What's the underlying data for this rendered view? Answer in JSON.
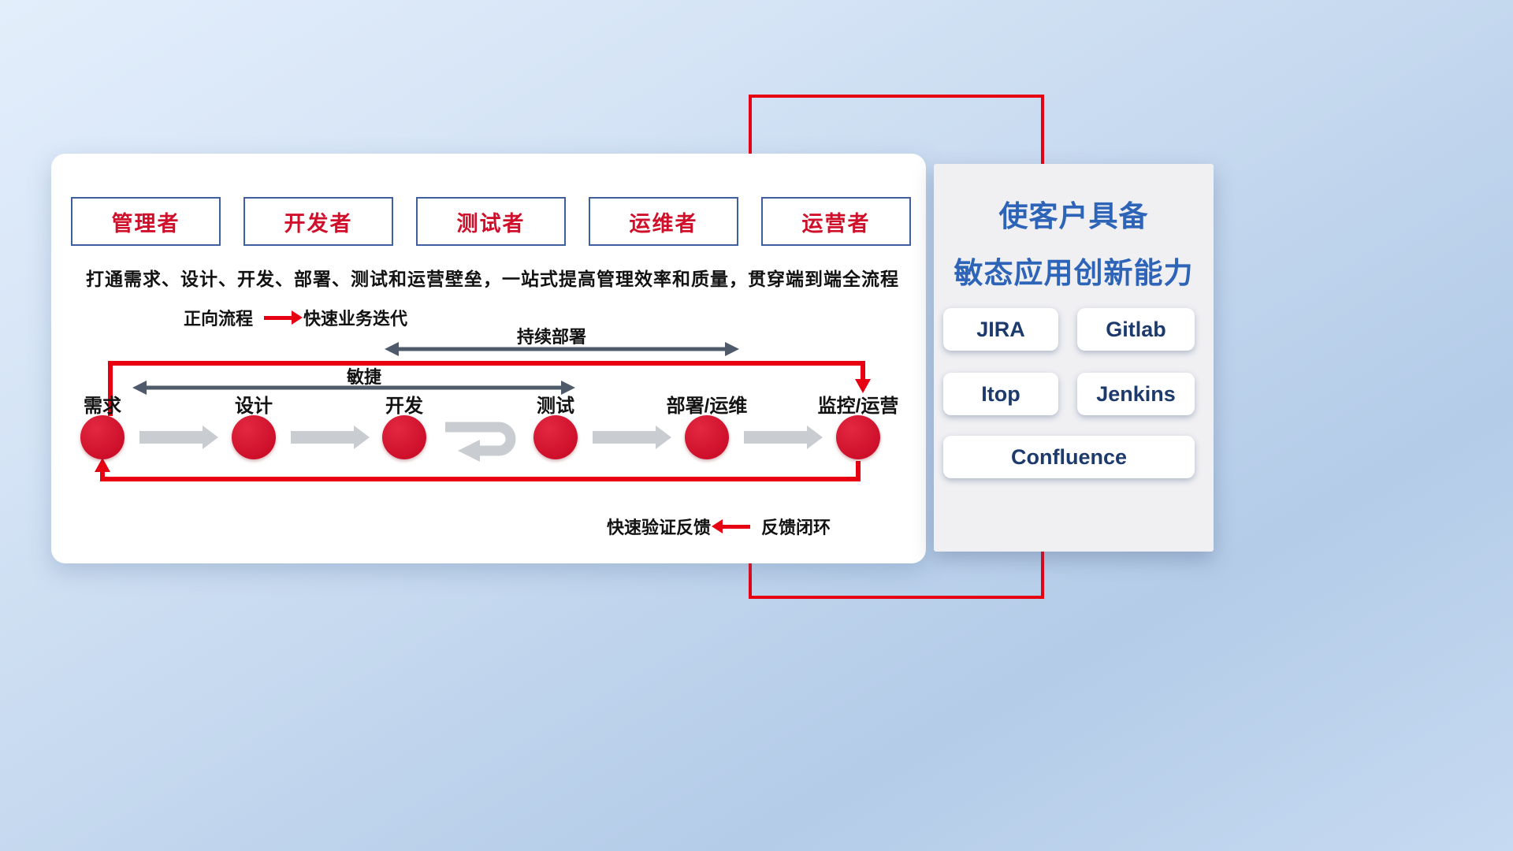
{
  "roles": [
    "管理者",
    "开发者",
    "测试者",
    "运维者",
    "运营者"
  ],
  "subtitle": "打通需求、设计、开发、部署、测试和运营壁垒，一站式提高管理效率和质量，贯穿端到端全流程",
  "legend_forward": {
    "label": "正向流程",
    "desc": "快速业务迭代"
  },
  "legend_feedback": {
    "label": "快速验证反馈",
    "desc": "反馈闭环"
  },
  "flow": {
    "nodes": [
      "需求",
      "设计",
      "开发",
      "测试",
      "部署/运维",
      "监控/运营"
    ],
    "agile_label": "敏捷",
    "deploy_label": "持续部署"
  },
  "panel": {
    "title_line1": "使客户具备",
    "title_line2": "敏态应用创新能力",
    "tools": [
      "JIRA",
      "Gitlab",
      "Itop",
      "Jenkins",
      "Confluence"
    ]
  },
  "colors": {
    "accent_red": "#e60012",
    "node_red": "#c40522",
    "role_text_red": "#d0102b",
    "role_border_blue": "#3f5f9e",
    "panel_title_blue": "#2e64b8",
    "tool_text_navy": "#1d3a6d",
    "arrow_gray": "#c9ccd1",
    "arrow_dark": "#4f5b6b"
  }
}
